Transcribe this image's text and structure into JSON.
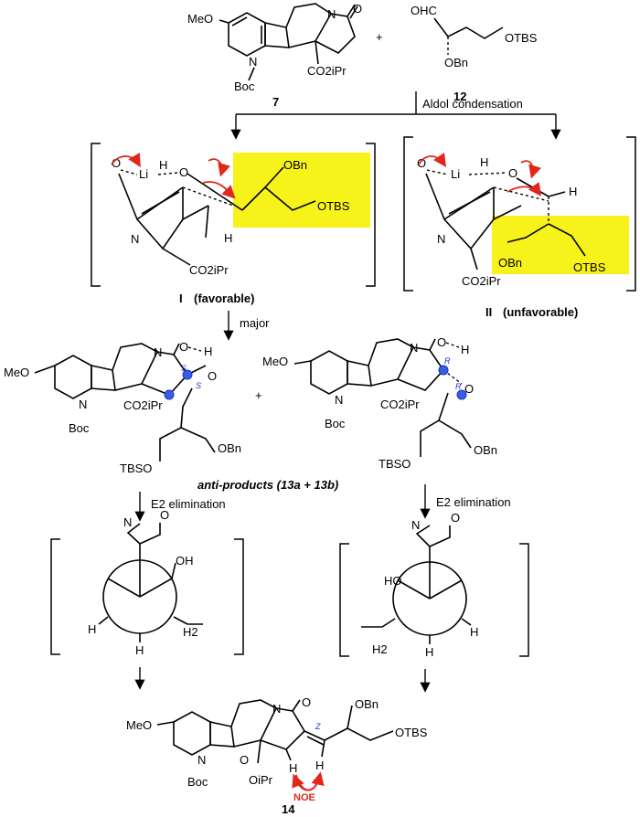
{
  "labels": {
    "compound_7": "7",
    "compound_12": "12",
    "plus": "+",
    "plus2": "+",
    "aldol": "Aldol condensation",
    "ts_I": "I",
    "ts_I_note": "(favorable)",
    "ts_II": "II",
    "ts_II_note": "(unfavorable)",
    "major": "major",
    "anti_products": "anti-products (13a + 13b)",
    "e2_left": "E2 elimination",
    "e2_right": "E2 elimination",
    "compound_14": "14",
    "noe": "NOE"
  },
  "groups": {
    "MeO": "MeO",
    "Boc": "Boc",
    "N": "N",
    "O": "O",
    "OHC": "OHC",
    "OTBS": "OTBS",
    "OBn": "OBn",
    "CO2iPr": "CO2iPr",
    "TBSO": "TBSO",
    "Li": "Li",
    "H": "H",
    "H2": "H2",
    "OH": "OH",
    "HO": "HO",
    "OiPr": "OiPr"
  },
  "stereo": {
    "S1": "S",
    "S2": "S",
    "R1": "R",
    "R2": "R",
    "Z": "Z"
  },
  "colors": {
    "highlight": "#f7f21a",
    "arrow_red": "#e2261b",
    "stereo_blue": "#1a33cc"
  }
}
